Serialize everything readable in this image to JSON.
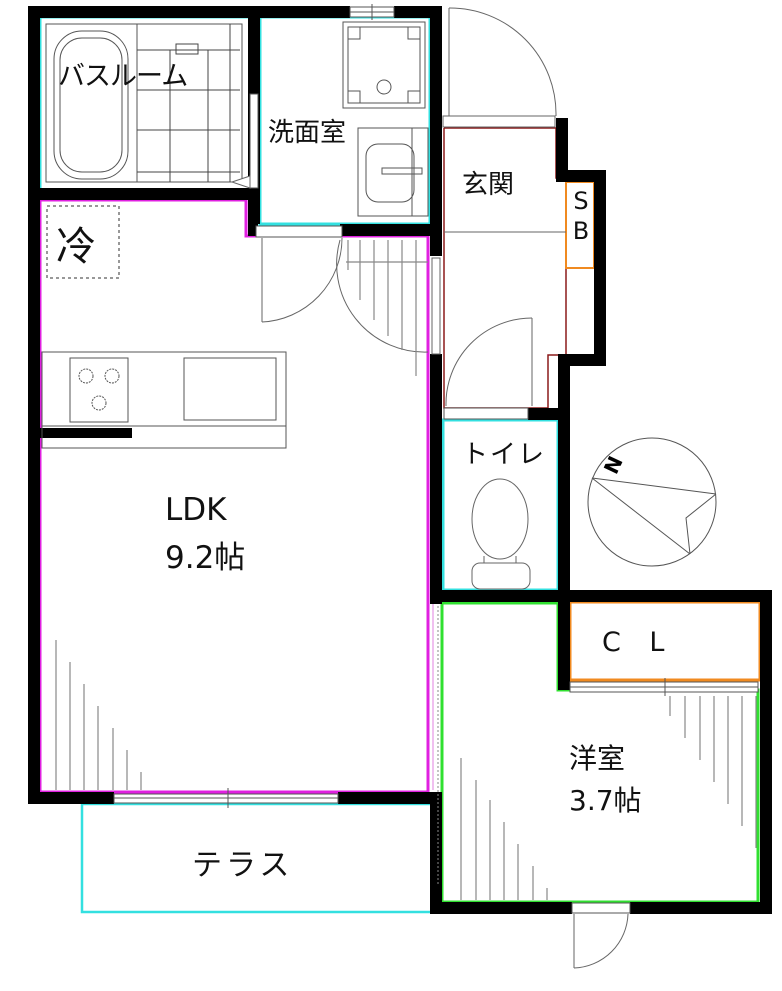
{
  "floor_plan": {
    "type": "1LDK apartment floor plan",
    "rooms": {
      "bathroom": {
        "label": "バスルーム"
      },
      "washroom": {
        "label": "洗面室"
      },
      "entrance": {
        "label": "玄関"
      },
      "shoe_box": {
        "label": "SB",
        "line1": "S",
        "line2": "B"
      },
      "fridge": {
        "label": "冷"
      },
      "toilet": {
        "label": "トイレ"
      },
      "ldk": {
        "name": "LDK",
        "size": "9.2帖"
      },
      "closet": {
        "label": "C L"
      },
      "western_room": {
        "name": "洋室",
        "size": "3.7帖"
      },
      "terrace": {
        "label": "テラス"
      }
    },
    "compass": {
      "label": "N"
    },
    "colors": {
      "wall": "#000000",
      "bath_wash_toilet_outline": "#33e0e0",
      "ldk_outline": "#e020e0",
      "entrance_outline": "#8b1a1a",
      "storage_outline": "#f08a20",
      "western_outline": "#30e030",
      "terrace_outline": "#33e0e0",
      "fixture_line": "#666666"
    }
  }
}
